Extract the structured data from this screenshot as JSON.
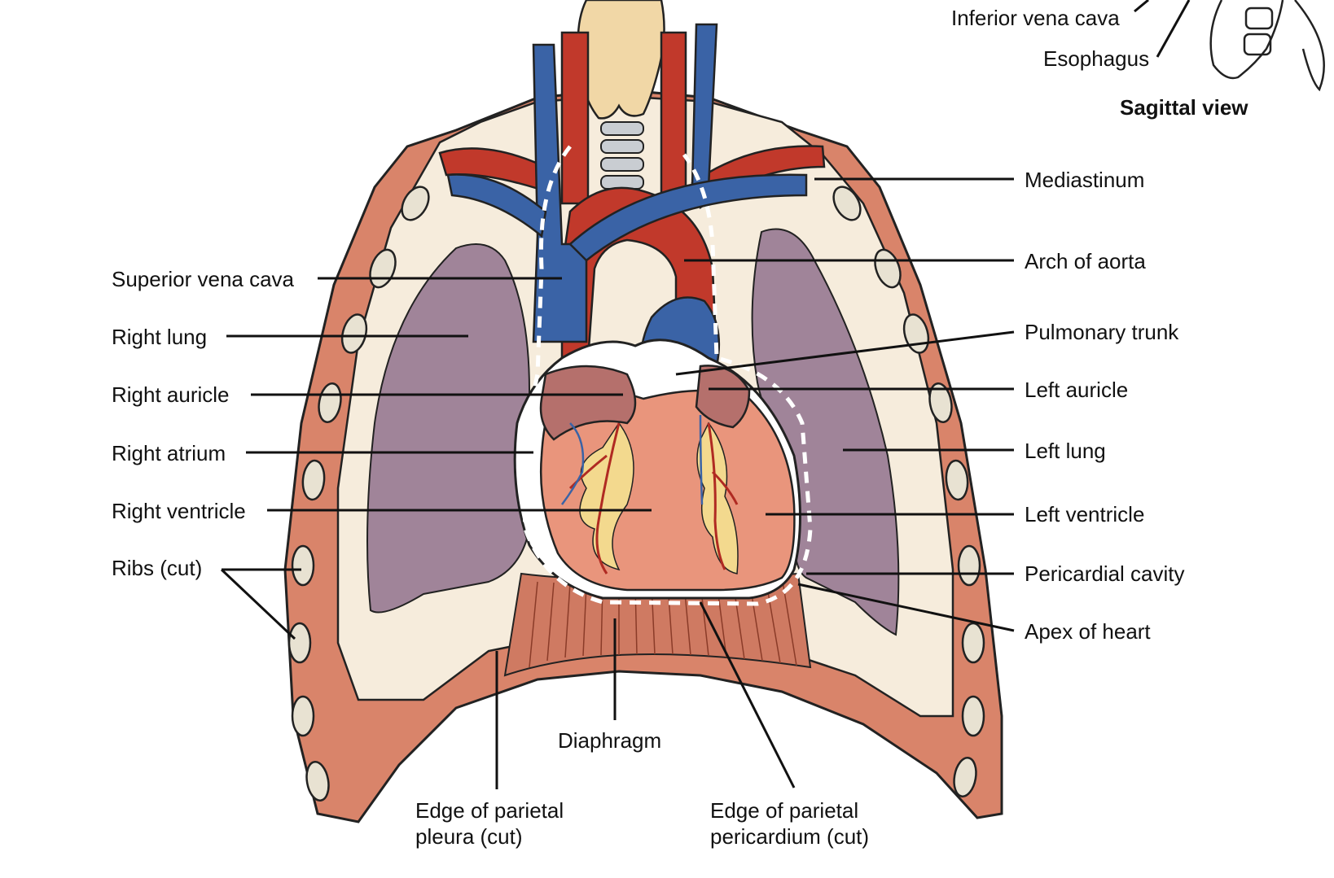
{
  "inset": {
    "labels": {
      "inferior_vena_cava": "Inferior vena cava",
      "esophagus": "Esophagus"
    },
    "caption": "Sagittal view"
  },
  "labels": {
    "mediastinum": "Mediastinum",
    "arch_of_aorta": "Arch of aorta",
    "pulmonary_trunk": "Pulmonary trunk",
    "left_auricle": "Left auricle",
    "left_lung": "Left lung",
    "left_ventricle": "Left ventricle",
    "pericardial_cavity": "Pericardial cavity",
    "apex_of_heart": "Apex of heart",
    "superior_vena_cava": "Superior vena cava",
    "right_lung": "Right lung",
    "right_auricle": "Right auricle",
    "right_atrium": "Right atrium",
    "right_ventricle": "Right ventricle",
    "ribs_cut": "Ribs (cut)",
    "diaphragm": "Diaphragm",
    "edge_parietal_pleura_line1": "Edge of parietal",
    "edge_parietal_pleura_line2": "pleura (cut)",
    "edge_parietal_pericardium_line1": "Edge of parietal",
    "edge_parietal_pericardium_line2": "pericardium (cut)"
  },
  "colors": {
    "body_wall": "#d9846a",
    "rib": "#e8e2d2",
    "pleura": "#f6ecdc",
    "lung": "#a08499",
    "artery": "#c1392b",
    "vein": "#3a63a6",
    "heart_atria": "#b5706c",
    "heart_ventricle": "#e9957c",
    "fat": "#f3d98e",
    "thyroid": "#f1d7a6",
    "trachea": "#c9cdd2"
  }
}
